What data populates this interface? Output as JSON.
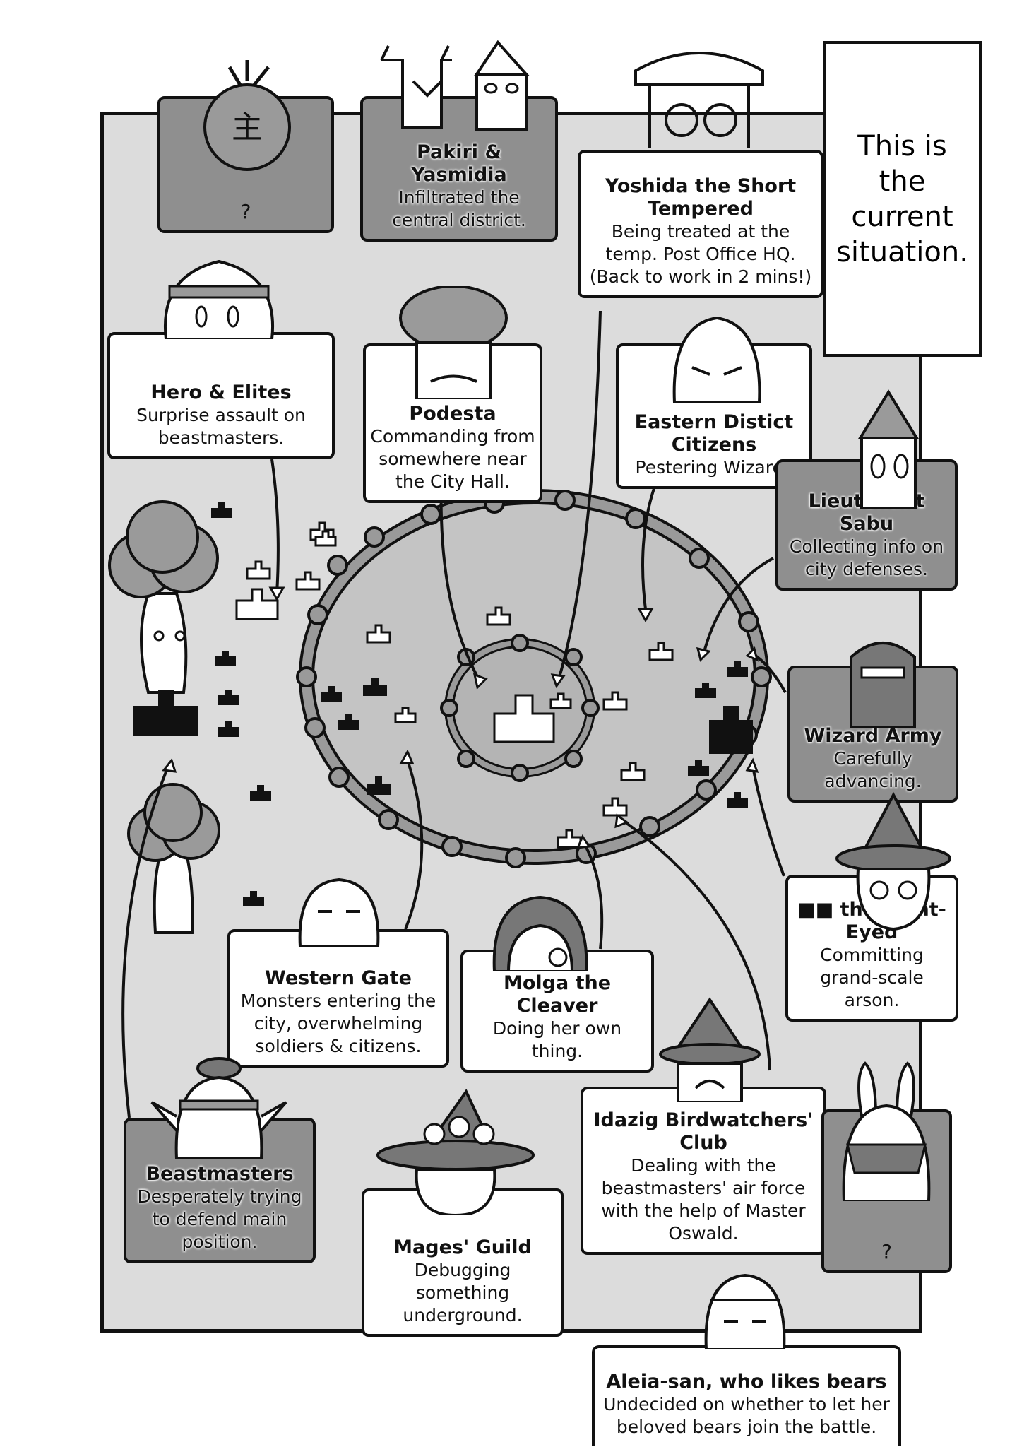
{
  "narration": "This is the current situation.",
  "boxes": {
    "unknown_top": {
      "name": "",
      "desc": "?"
    },
    "pakiri": {
      "name": "Pakiri & Yasmidia",
      "desc": "Infiltrated the central district."
    },
    "yoshida": {
      "name": "Yoshida the Short Tempered",
      "desc": "Being treated at the temp. Post Office HQ. (Back to work in 2 mins!)"
    },
    "hero": {
      "name": "Hero & Elites",
      "desc": "Surprise assault on beastmasters."
    },
    "podesta": {
      "name": "Podesta",
      "desc": "Commanding from somewhere near the City Hall."
    },
    "eastern": {
      "name": "Eastern Distict Citizens",
      "desc": "Pestering Wizards"
    },
    "sabu": {
      "name": "Lieutenant Sabu",
      "desc": "Collecting info on city defenses."
    },
    "wizard_army": {
      "name": "Wizard Army",
      "desc": "Carefully advancing."
    },
    "eight_eyed": {
      "name": "■■ the Eight-Eyed",
      "desc": "Committing grand-scale arson."
    },
    "western_gate": {
      "name": "Western Gate",
      "desc": "Monsters entering the city, overwhelming soldiers & citizens."
    },
    "molga": {
      "name": "Molga the Cleaver",
      "desc": "Doing her own thing."
    },
    "beastmasters": {
      "name": "Beastmasters",
      "desc": "Desperately trying to defend main position."
    },
    "mages_guild": {
      "name": "Mages' Guild",
      "desc": "Debugging something underground."
    },
    "idazig": {
      "name": "Idazig Birdwatchers' Club",
      "desc": "Dealing with the beastmasters' air force with the help of Master Oswald."
    },
    "unknown_right": {
      "name": "",
      "desc": "?"
    },
    "aleia": {
      "name": "Aleia-san, who likes bears",
      "desc": "Undecided on whether to let her beloved bears join the battle."
    }
  },
  "kanji_label": "主",
  "colors": {
    "panel_gray": "#8f8f8f",
    "map_gray": "#dcdcdc",
    "city_gray": "#c4c4c4",
    "wall_gray": "#9a9a9a",
    "ink": "#111111"
  }
}
